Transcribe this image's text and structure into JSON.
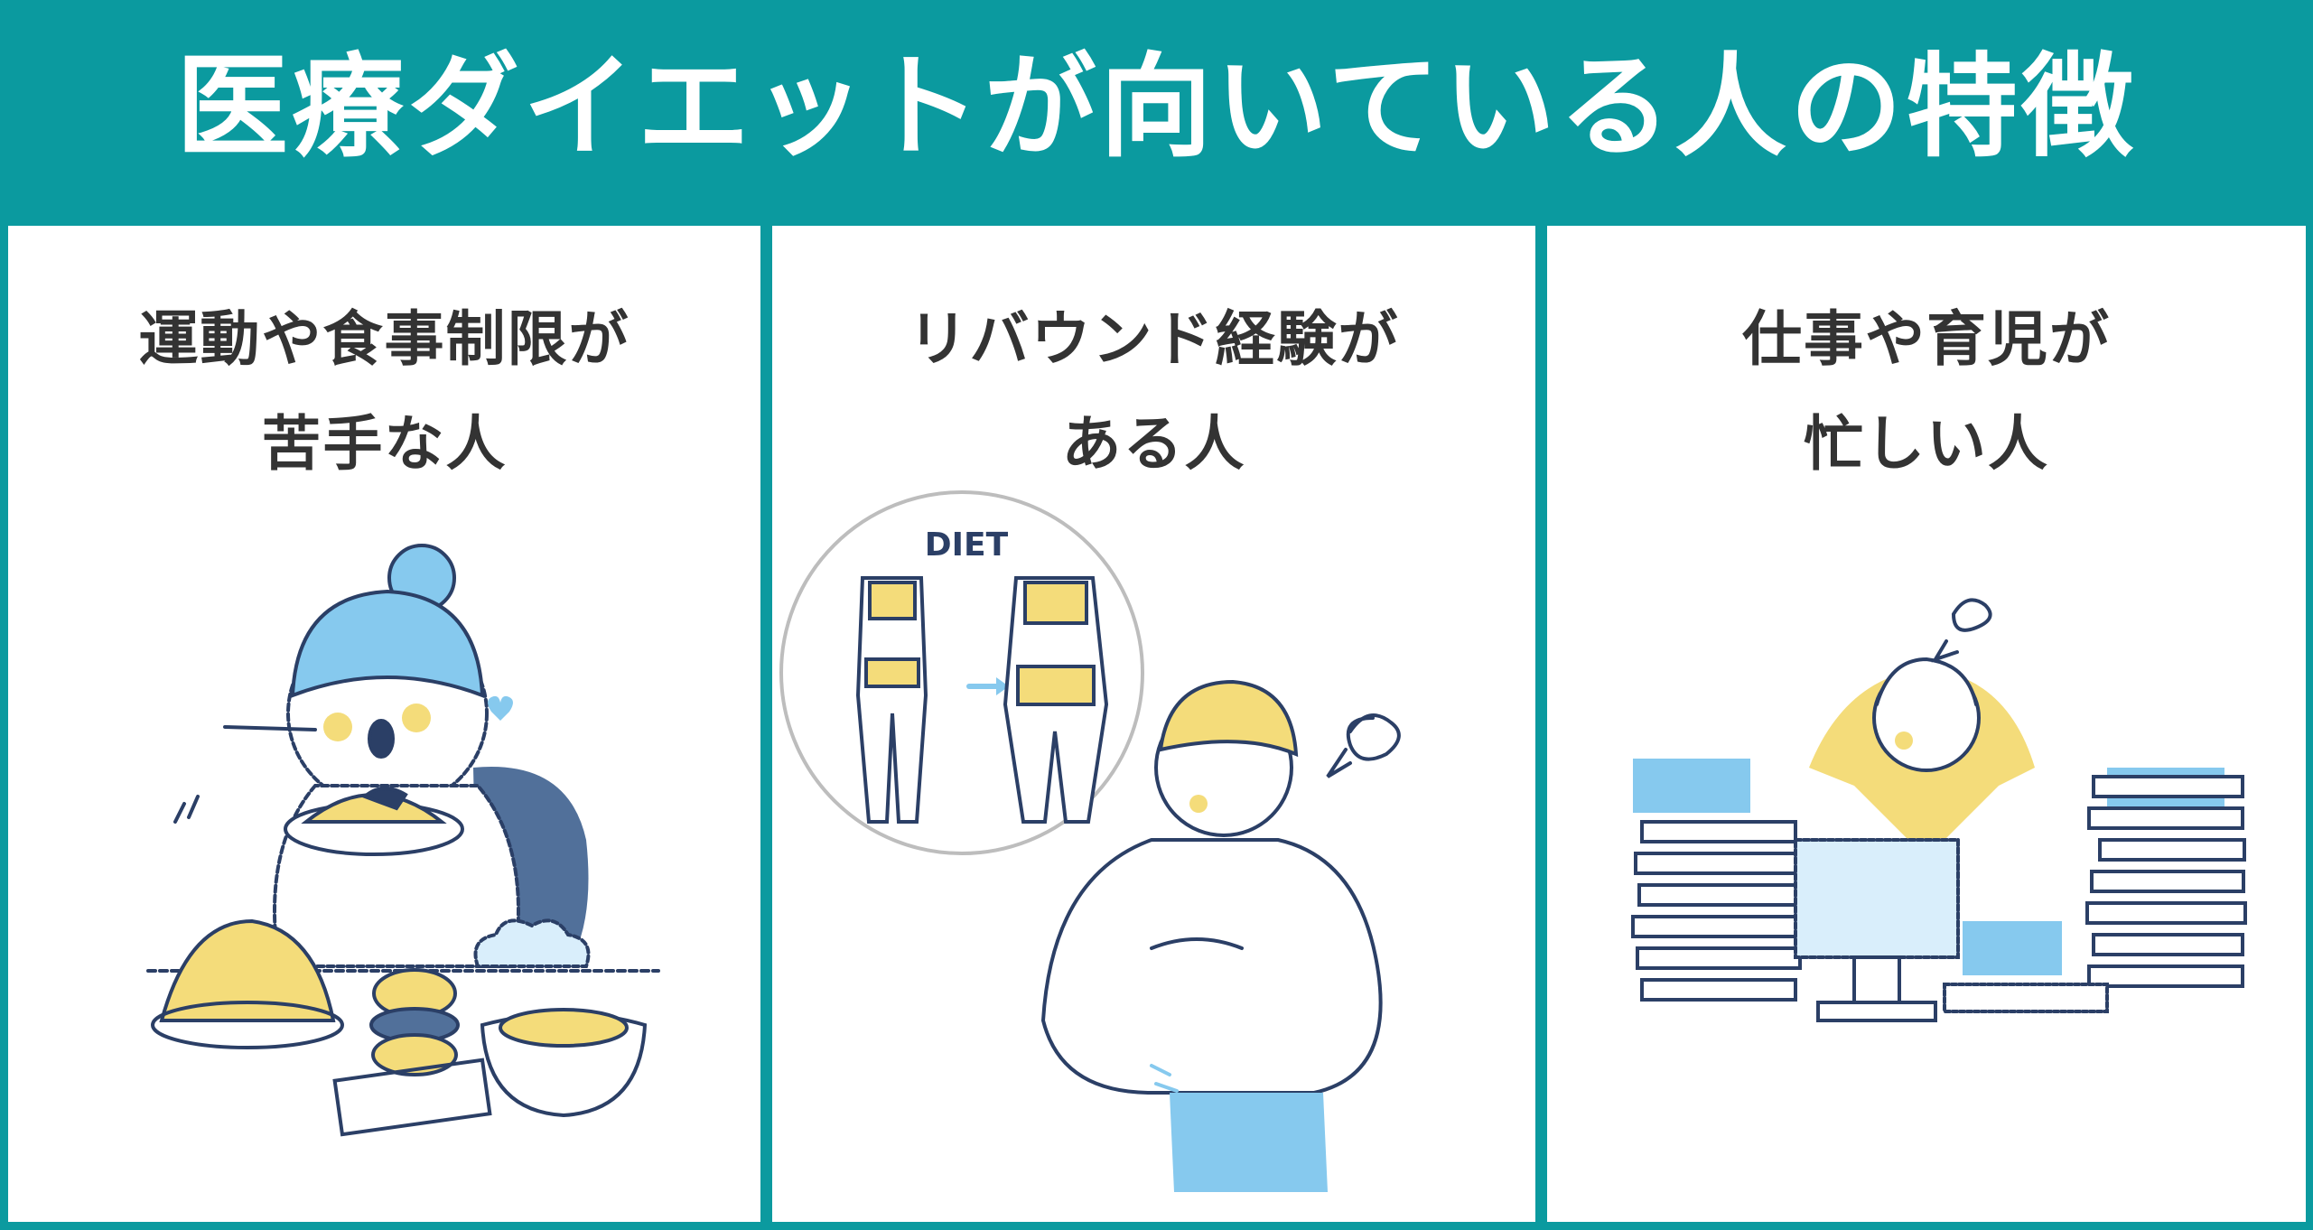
{
  "title": "医療ダイエットが向いている人の特徴",
  "panels": [
    {
      "line1": "運動や食事制限が",
      "line2": "苦手な人",
      "illustration": "eating-woman-illustration"
    },
    {
      "line1": "リバウンド経験が",
      "line2": "ある人",
      "illustration": "rebound-woman-illustration",
      "badge": "DIET"
    },
    {
      "line1": "仕事や育児が",
      "line2": "忙しい人",
      "illustration": "busy-woman-illustration"
    }
  ],
  "colors": {
    "teal": "#0b9a9f",
    "blue": "#86c9ee",
    "yellow": "#f4dc7a",
    "navy": "#2b3f66",
    "slate": "#51709a"
  }
}
